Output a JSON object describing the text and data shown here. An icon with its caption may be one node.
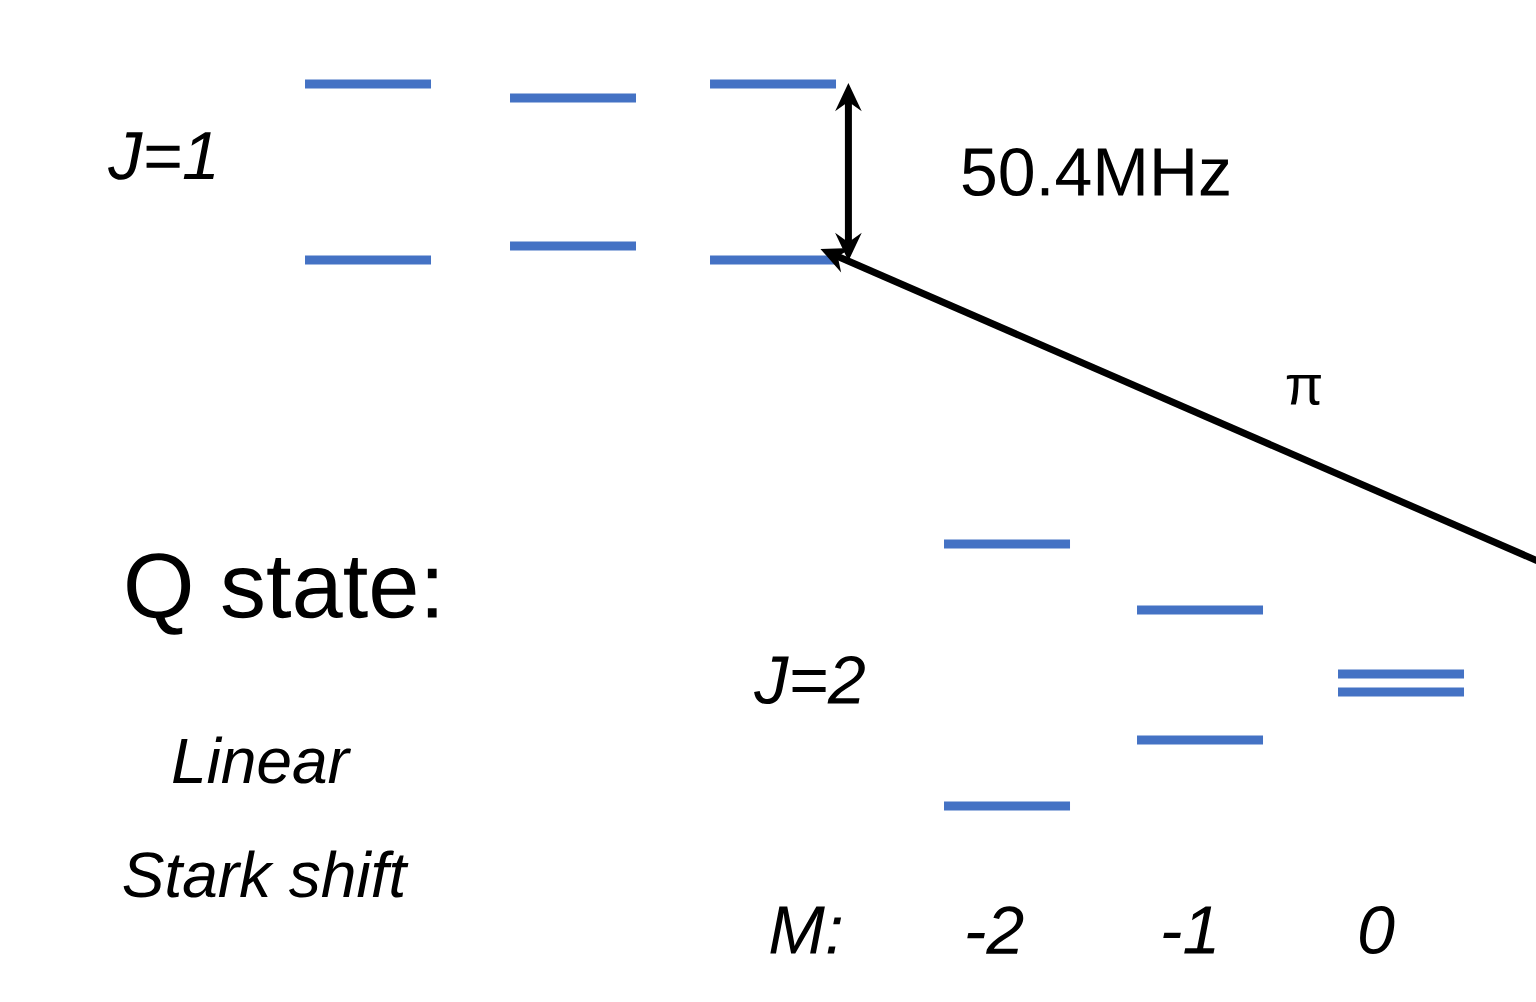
{
  "diagram": {
    "nodes": [
      {
        "text": [],
        "shape": "bar"
      },
      {
        "text": [],
        "shape": "bar"
      },
      {
        "text": [],
        "shape": "bar"
      },
      {
        "text": [],
        "shape": "bar"
      },
      {
        "text": [],
        "shape": "bar"
      },
      {
        "text": [],
        "shape": "bar"
      },
      {
        "text": [],
        "shape": "bar"
      },
      {
        "text": [],
        "shape": "bar"
      },
      {
        "text": [],
        "shape": "bar"
      },
      {
        "text": [],
        "shape": "bar"
      },
      {
        "text": [],
        "shape": "bar"
      },
      {
        "text": [],
        "shape": "bar"
      }
    ],
    "edges": [
      {
        "from": null,
        "to": 5,
        "arrow": "to",
        "label": "π"
      },
      {
        "from": 2,
        "to": 5,
        "arrow": "both",
        "label": "50.4MHz"
      }
    ],
    "labels": [
      "J=1",
      "Q state:",
      "J=2",
      "Linear",
      "Stark shift",
      "M:",
      "-2",
      "-1",
      "0"
    ]
  }
}
